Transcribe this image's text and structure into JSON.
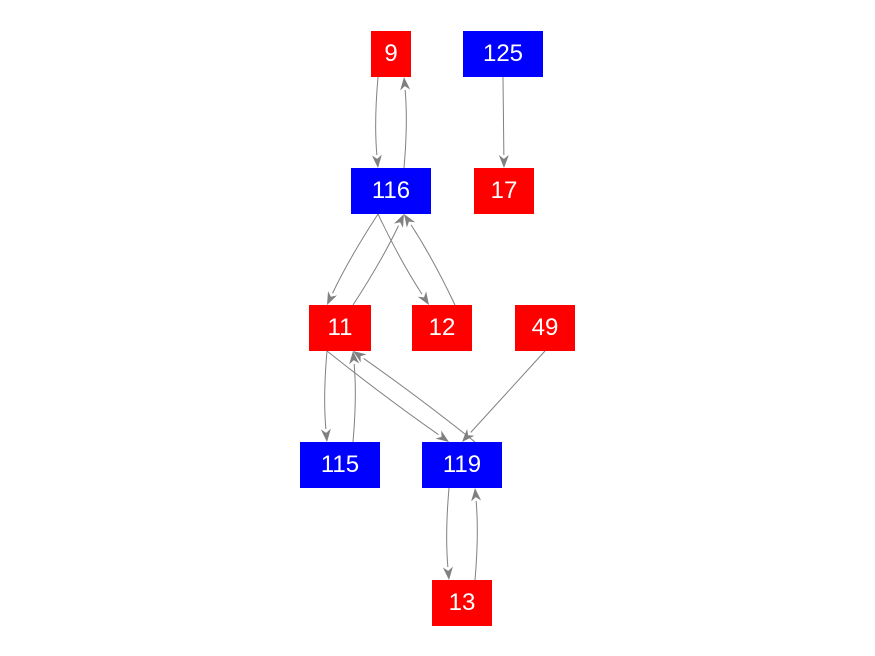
{
  "colors": {
    "red": "#ff0000",
    "blue": "#0000ff",
    "edge": "#808080"
  },
  "nodes": [
    {
      "id": "9",
      "label": "9",
      "color": "red"
    },
    {
      "id": "125",
      "label": "125",
      "color": "blue"
    },
    {
      "id": "116",
      "label": "116",
      "color": "blue"
    },
    {
      "id": "17",
      "label": "17",
      "color": "red"
    },
    {
      "id": "11",
      "label": "11",
      "color": "red"
    },
    {
      "id": "12",
      "label": "12",
      "color": "red"
    },
    {
      "id": "49",
      "label": "49",
      "color": "red"
    },
    {
      "id": "115",
      "label": "115",
      "color": "blue"
    },
    {
      "id": "119",
      "label": "119",
      "color": "blue"
    },
    {
      "id": "13",
      "label": "13",
      "color": "red"
    }
  ],
  "edges": [
    {
      "source": "9",
      "target": "116"
    },
    {
      "source": "116",
      "target": "9"
    },
    {
      "source": "125",
      "target": "17"
    },
    {
      "source": "116",
      "target": "11"
    },
    {
      "source": "11",
      "target": "116"
    },
    {
      "source": "116",
      "target": "12"
    },
    {
      "source": "12",
      "target": "116"
    },
    {
      "source": "11",
      "target": "115"
    },
    {
      "source": "115",
      "target": "11"
    },
    {
      "source": "11",
      "target": "119"
    },
    {
      "source": "119",
      "target": "11"
    },
    {
      "source": "49",
      "target": "119"
    },
    {
      "source": "119",
      "target": "13"
    },
    {
      "source": "13",
      "target": "119"
    }
  ]
}
